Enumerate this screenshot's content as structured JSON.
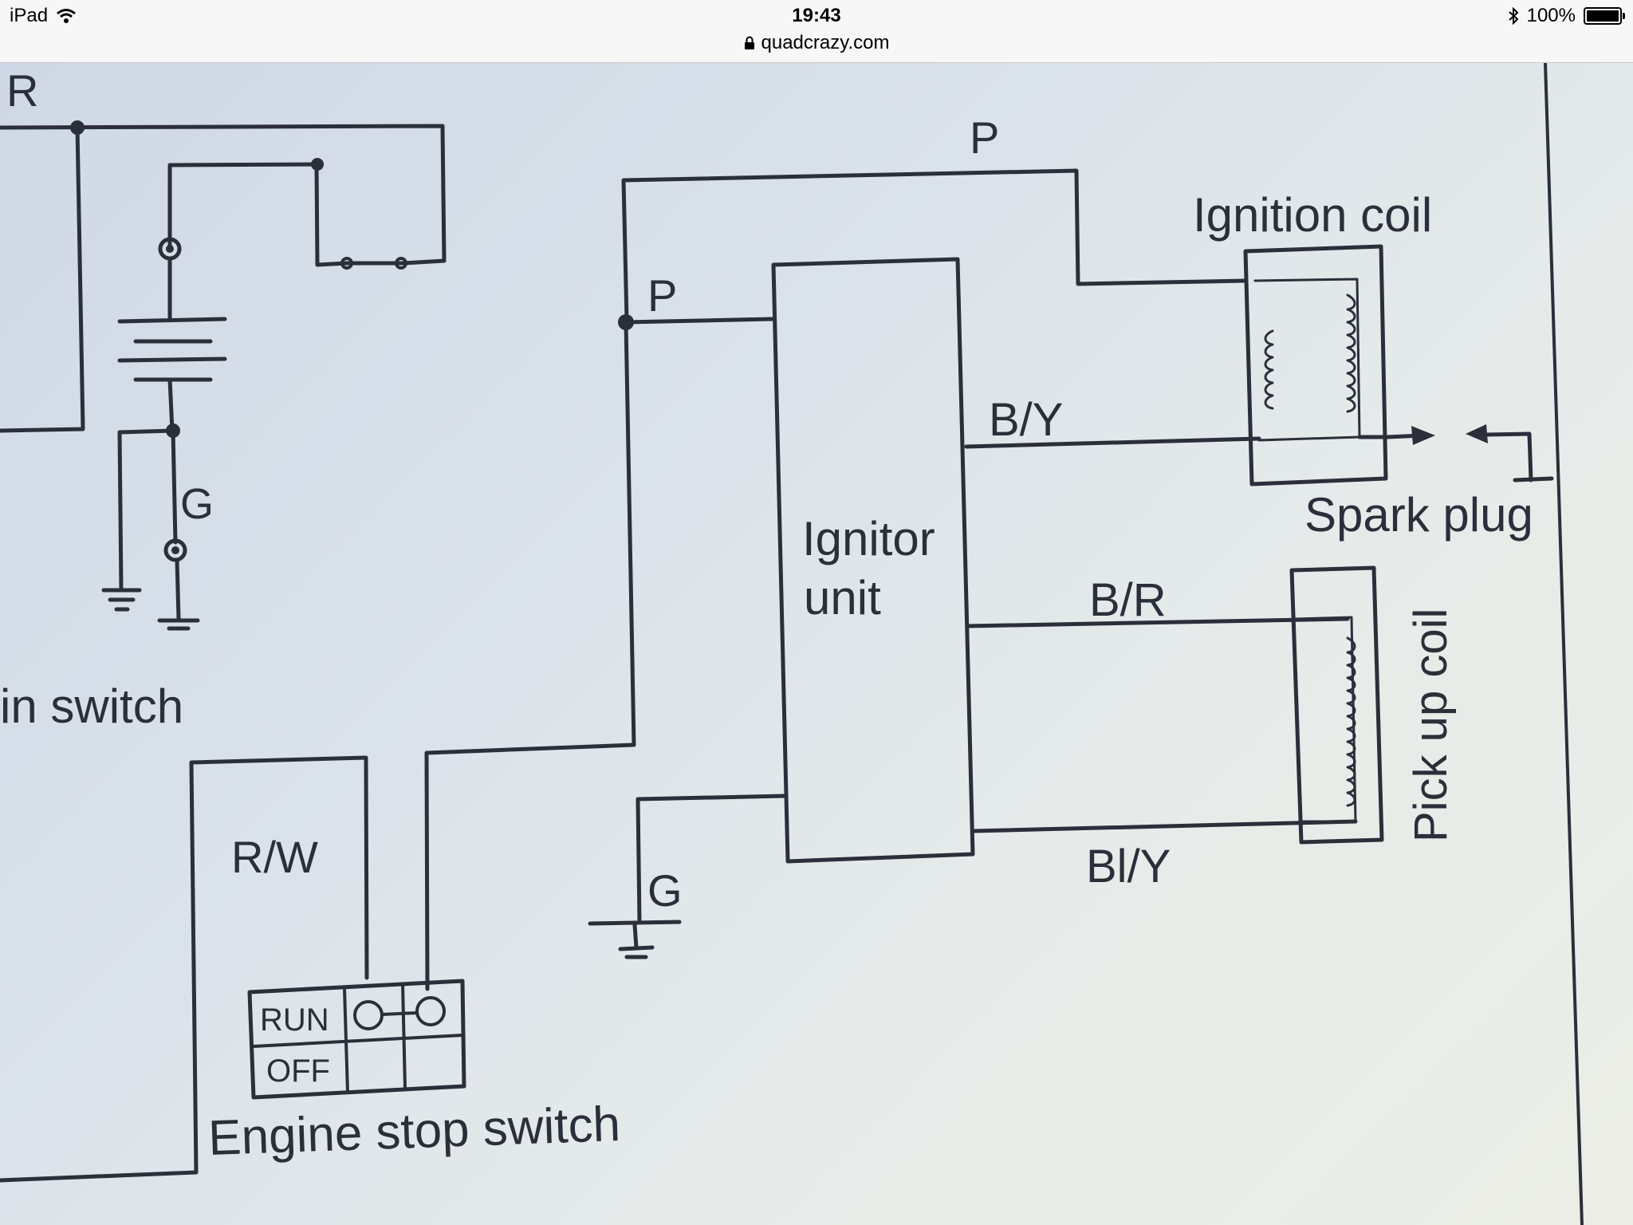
{
  "status_bar": {
    "device": "iPad",
    "time": "19:43",
    "url": "quadcrazy.com",
    "battery": "100%",
    "battery_level": 1.0
  },
  "diagram": {
    "labels": {
      "wire_r": "R",
      "wire_p_top": "P",
      "wire_p_left": "P",
      "wire_g_left": "G",
      "wire_by": "B/Y",
      "wire_br": "B/R",
      "wire_bly": "Bl/Y",
      "wire_rw": "R/W",
      "wire_g_ignitor": "G",
      "ignition_coil": "Ignition coil",
      "spark_plug": "Spark plug",
      "ignitor_line1": "Ignitor",
      "ignitor_line2": "unit",
      "pick_up_coil": "Pick up coil",
      "main_switch_partial": "in switch",
      "engine_stop_switch": "Engine stop switch",
      "run": "RUN",
      "off": "OFF"
    }
  }
}
